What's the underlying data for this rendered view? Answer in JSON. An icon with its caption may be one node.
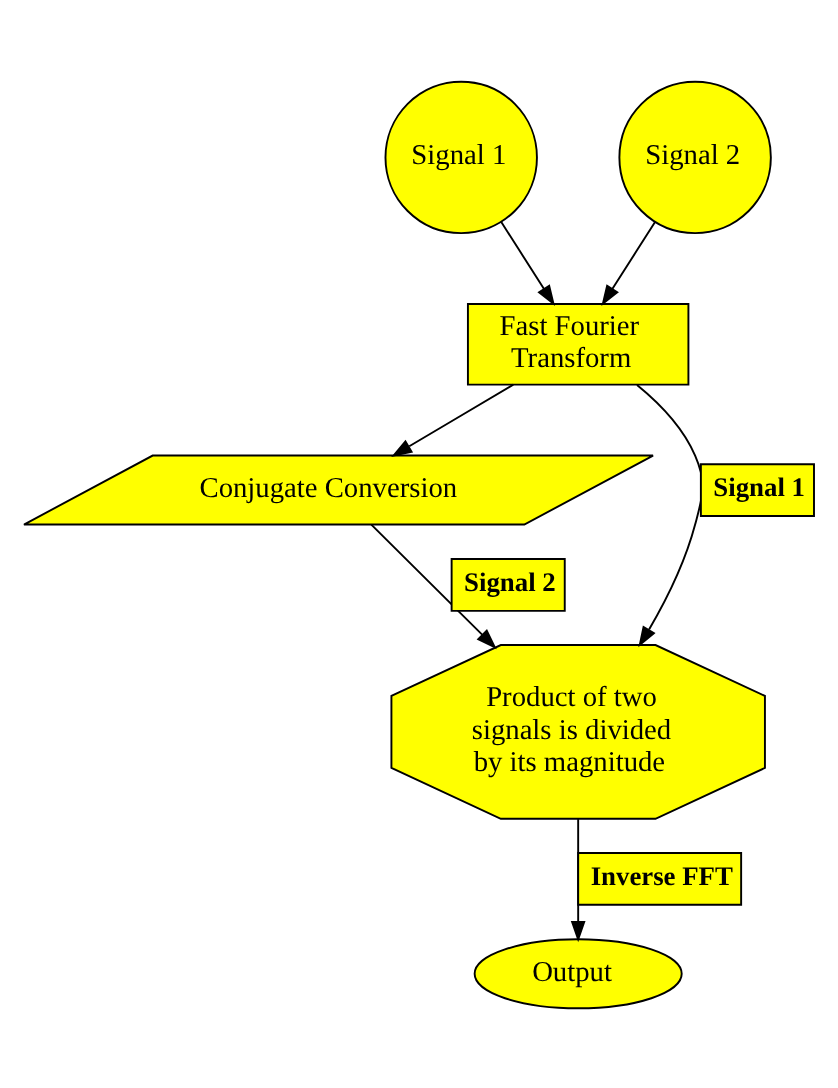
{
  "diagram": {
    "nodes": [
      {
        "text": [
          "Signal 1"
        ]
      },
      {
        "text": [
          "Signal 2"
        ]
      },
      {
        "text": [
          "Fast Fourier Transform"
        ]
      },
      {
        "text": [
          "Conjugate Conversion"
        ]
      },
      {
        "text": [
          "Product of two signals is divided by its magnitude"
        ]
      },
      {
        "text": [
          "Output"
        ]
      }
    ],
    "edges": [
      {
        "from": 0,
        "to": 2,
        "arrow": "to"
      },
      {
        "from": 1,
        "to": 2,
        "arrow": "to"
      },
      {
        "from": 2,
        "to": 4,
        "arrow": "to",
        "label": "Signal 1"
      },
      {
        "from": 2,
        "to": 3,
        "arrow": "to"
      },
      {
        "from": 3,
        "to": 4,
        "arrow": "to",
        "label": "Signal 2"
      },
      {
        "from": 4,
        "to": 5,
        "arrow": "to",
        "label": "Inverse FFT"
      }
    ]
  }
}
